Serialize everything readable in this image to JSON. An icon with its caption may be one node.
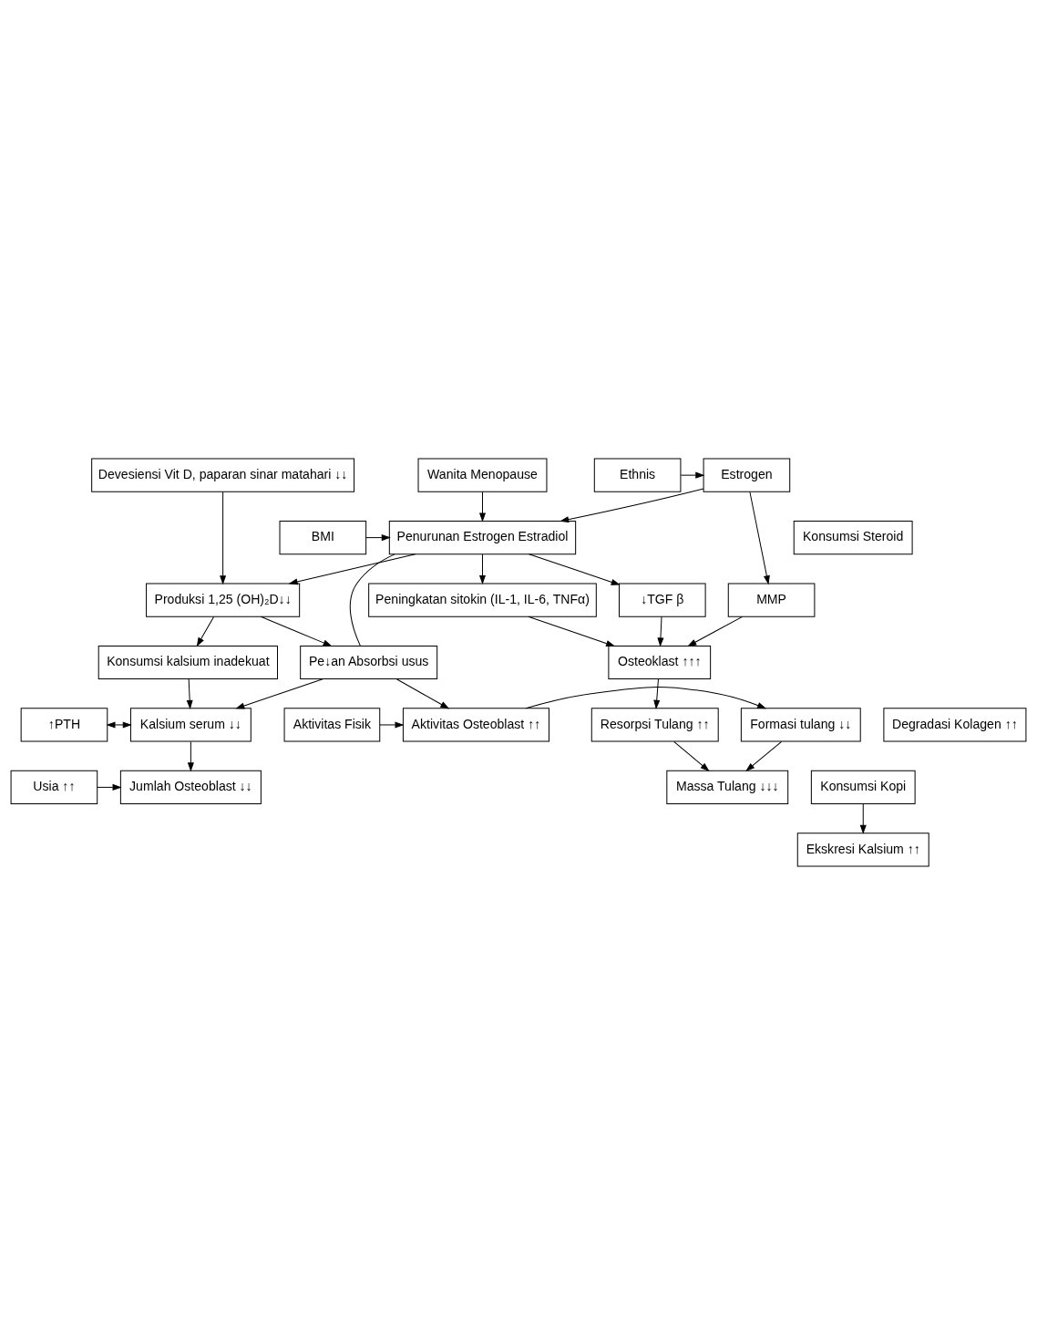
{
  "diagram": {
    "nodes": [
      {
        "text": [
          "Wanita Menopause"
        ]
      },
      {
        "text": [
          "Ethnis"
        ]
      },
      {
        "text": [
          "Estrogen"
        ]
      },
      {
        "text": [
          "Devesiensi Vit D, paparan sinar matahari ↓↓"
        ]
      },
      {
        "text": [
          "BMI"
        ]
      },
      {
        "text": [
          "Penurunan Estrogen Estradiol"
        ]
      },
      {
        "text": [
          "Konsumsi Steroid"
        ]
      },
      {
        "text": [
          "Peningkatan sitokin (IL-1, IL-6, TNFα)"
        ]
      },
      {
        "text": [
          "MMP"
        ]
      },
      {
        "text": [
          "↓TGF β"
        ]
      },
      {
        "text": [
          "Produksi 1,25 (OH)₂D↓↓"
        ]
      },
      {
        "text": [
          "Osteoklast ↑↑↑"
        ]
      },
      {
        "text": [
          "Pe↓an Absorbsi usus"
        ]
      },
      {
        "text": [
          "Konsumsi kalsium inadekuat"
        ]
      },
      {
        "text": [
          "↑PTH"
        ]
      },
      {
        "text": [
          "Resorpsi Tulang ↑↑"
        ]
      },
      {
        "text": [
          "Degradasi Kolagen ↑↑"
        ]
      },
      {
        "text": [
          "Kalsium serum ↓↓"
        ]
      },
      {
        "text": [
          "Ekskresi Kalsium ↑↑"
        ]
      },
      {
        "text": [
          "Aktivitas Fisik"
        ]
      },
      {
        "text": [
          "Aktivitas Osteoblast ↑↑"
        ]
      },
      {
        "text": [
          "Formasi tulang ↓↓"
        ]
      },
      {
        "text": [
          "Usia ↑↑"
        ]
      },
      {
        "text": [
          "Jumlah Osteoblast ↓↓"
        ]
      },
      {
        "text": [
          "Konsumsi Kopi"
        ]
      },
      {
        "text": [
          "Massa Tulang ↓↓↓"
        ]
      }
    ],
    "edges": [
      {
        "from": 0,
        "to": 5,
        "arrow": "to"
      },
      {
        "from": 1,
        "to": 2,
        "arrow": "to"
      },
      {
        "from": 2,
        "to": 5,
        "arrow": "to"
      },
      {
        "from": 4,
        "to": 5,
        "arrow": "to"
      },
      {
        "from": 2,
        "to": 8,
        "arrow": "to"
      },
      {
        "from": 5,
        "to": 7,
        "arrow": "to"
      },
      {
        "from": 5,
        "to": 9,
        "arrow": "to"
      },
      {
        "from": 5,
        "to": 10,
        "arrow": "to"
      },
      {
        "from": 3,
        "to": 10,
        "arrow": "to"
      },
      {
        "from": 7,
        "to": 11,
        "arrow": "to"
      },
      {
        "from": 8,
        "to": 11,
        "arrow": "to"
      },
      {
        "from": 9,
        "to": 11,
        "arrow": "to"
      },
      {
        "from": 5,
        "to": 12,
        "arrow": "none"
      },
      {
        "from": 10,
        "to": 12,
        "arrow": "to"
      },
      {
        "from": 10,
        "to": 13,
        "arrow": "to"
      },
      {
        "from": 11,
        "to": 15,
        "arrow": "to"
      },
      {
        "from": 12,
        "to": 17,
        "arrow": "to"
      },
      {
        "from": 13,
        "to": 17,
        "arrow": "to"
      },
      {
        "from": 14,
        "to": 17,
        "arrow": "both"
      },
      {
        "from": 12,
        "to": 20,
        "arrow": "to"
      },
      {
        "from": 17,
        "to": 23,
        "arrow": "to"
      },
      {
        "from": 19,
        "to": 20,
        "arrow": "to"
      },
      {
        "from": 20,
        "to": 21,
        "arrow": "to"
      },
      {
        "from": 22,
        "to": 23,
        "arrow": "to"
      },
      {
        "from": 24,
        "to": 18,
        "arrow": "to"
      },
      {
        "from": 15,
        "to": 25,
        "arrow": "to"
      },
      {
        "from": 21,
        "to": 25,
        "arrow": "to"
      }
    ]
  }
}
